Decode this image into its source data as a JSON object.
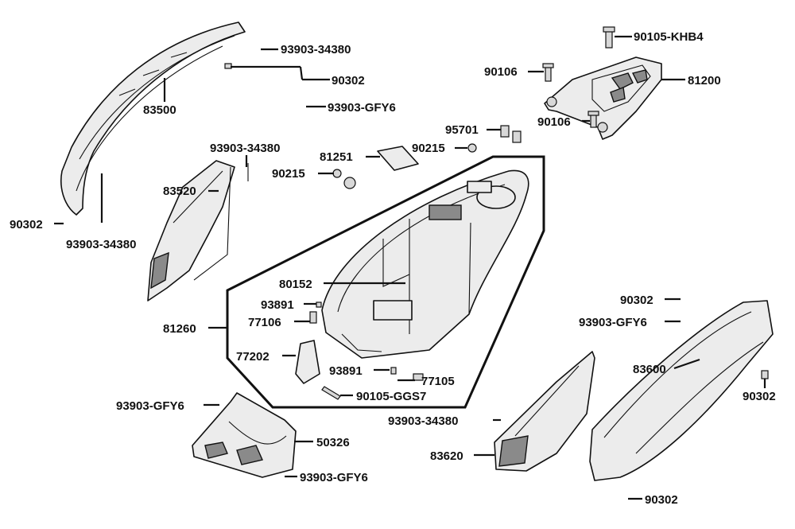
{
  "labels": {
    "l_90105_khb4": "90105-KHB4",
    "l_93903_34380_top": "93903-34380",
    "l_90302_top": "90302",
    "l_93903_gfy6_top": "93903-GFY6",
    "l_83500": "83500",
    "l_90106_a": "90106",
    "l_81200": "81200",
    "l_90106_b": "90106",
    "l_95701": "95701",
    "l_90215_a": "90215",
    "l_93903_34380_mid": "93903-34380",
    "l_81251": "81251",
    "l_83520": "83520",
    "l_90215_b": "90215",
    "l_90302_left": "90302",
    "l_93903_34380_left": "93903-34380",
    "l_80152": "80152",
    "l_93891_a": "93891",
    "l_77106": "77106",
    "l_81260": "81260",
    "l_77202": "77202",
    "l_93891_b": "93891",
    "l_77105": "77105",
    "l_90105_ggs7": "90105-GGS7",
    "l_90302_right_top": "90302",
    "l_93903_gfy6_right": "93903-GFY6",
    "l_83600": "83600",
    "l_90302_right": "90302",
    "l_93903_34380_bottom": "93903-34380",
    "l_83620": "83620",
    "l_90302_bottom": "90302",
    "l_93903_gfy6_bl": "93903-GFY6",
    "l_50326": "50326",
    "l_93903_gfy6_bottom": "93903-GFY6"
  }
}
